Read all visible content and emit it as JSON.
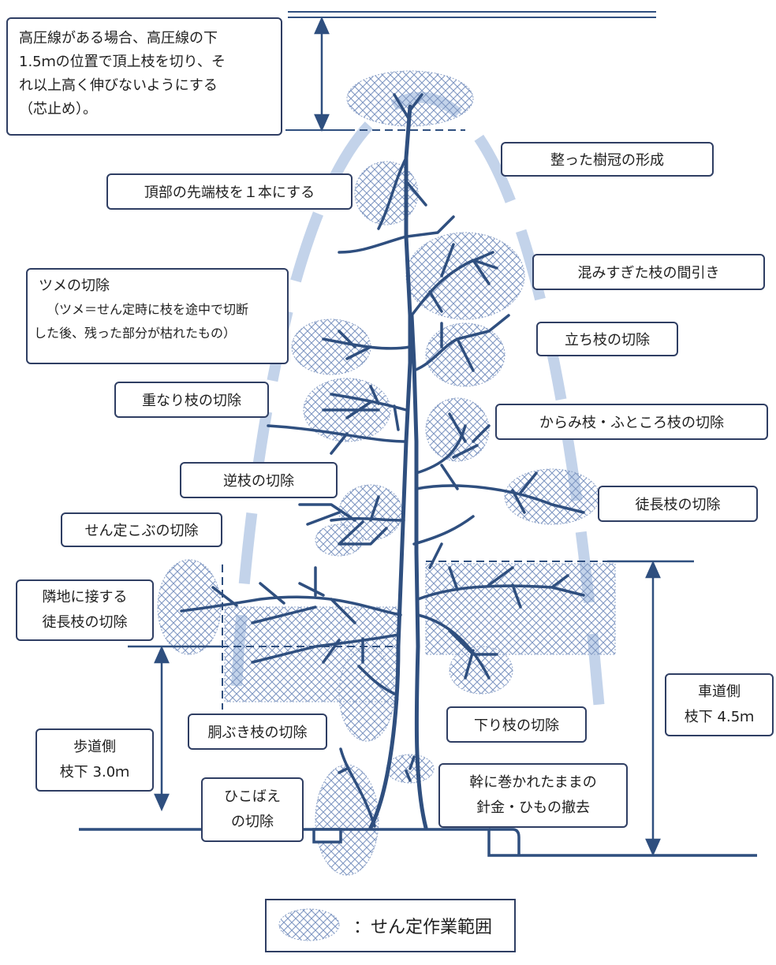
{
  "colors": {
    "tree": "#2f4f7f",
    "dash_arc": "#c3d3ea",
    "pruning_hatch": "#7f97c2",
    "box_border": "#2f3e63",
    "ground": "#2f4f7f"
  },
  "labels": {
    "power_line_note": [
      "高圧線がある場合、高圧線の下",
      "1.5ｍの位置で頂上枝を切り、そ",
      "れ以上高く伸びないようにする",
      "（芯止め）。"
    ],
    "crown_shape": "整った樹冠の形成",
    "single_leader": "頂部の先端枝を１本にする",
    "thinning": "混みすぎた枝の間引き",
    "stub_removal": {
      "title": "ツメの切除",
      "note": [
        "（ツメ＝せん定時に枝を途中で切断",
        "した後、残った部分が枯れたもの）"
      ]
    },
    "upright_branch": "立ち枝の切除",
    "overlapping_branch": "重なり枝の切除",
    "tangled_branch": "からみ枝・ふところ枝の切除",
    "reverse_branch": "逆枝の切除",
    "long_branch": "徒長枝の切除",
    "pruning_knob": "せん定こぶの切除",
    "neighbor_branch": [
      "隣地に接する",
      "徒長枝の切除"
    ],
    "trunk_sprout": "胴ぶき枝の切除",
    "hanging_branch": "下り枝の切除",
    "sidewalk_side": [
      "歩道側",
      "枝下 3.0ｍ"
    ],
    "roadway_side": [
      "車道側",
      "枝下 4.5ｍ"
    ],
    "wire_removal": [
      "幹に巻かれたままの",
      "針金・ひもの撤去"
    ],
    "sucker": [
      "ひこばえ",
      "の切除"
    ]
  },
  "legend": {
    "text": "：せん定作業範囲"
  }
}
